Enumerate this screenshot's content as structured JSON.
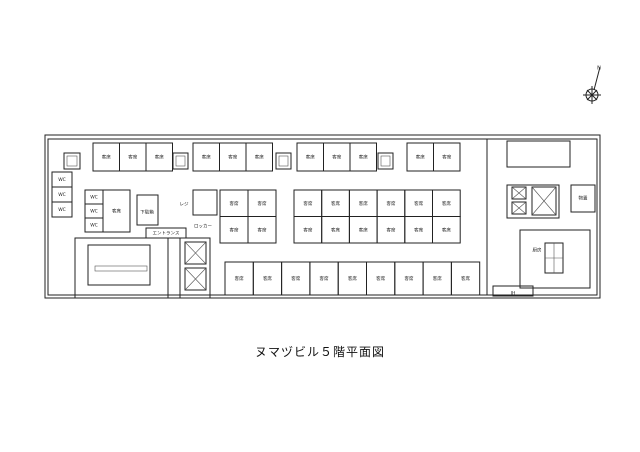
{
  "title": "ヌマヅビル５階平面図",
  "compass_label": "N",
  "labels": {
    "seat": "客席",
    "wc": "WC",
    "shoe_box": "下駄箱",
    "register": "レジ",
    "locker": "ロッカー",
    "entrance": "エントランス",
    "storage": "物置",
    "kitchen": "厨房",
    "small_room": "IH"
  }
}
